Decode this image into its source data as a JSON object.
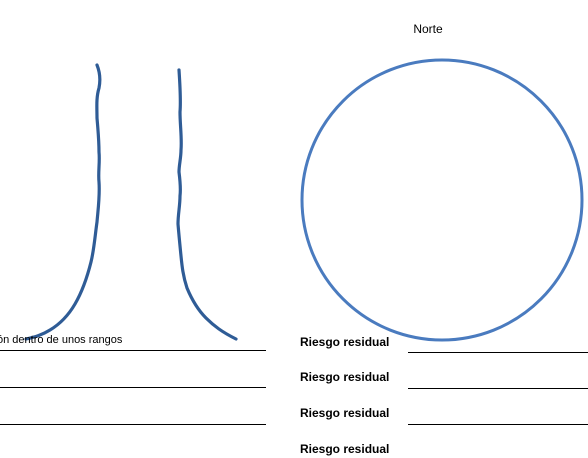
{
  "compass": {
    "north_label": "Norte",
    "circle_color": "#4a7bbf"
  },
  "tree_sketch": {
    "stroke_color": "#2f5c96"
  },
  "text_fragment": "ón dentro de unos rangos",
  "risk_rows": [
    {
      "label": "Riesgo residual"
    },
    {
      "label": "Riesgo residual"
    },
    {
      "label": "Riesgo residual"
    },
    {
      "label": "Riesgo residual"
    }
  ]
}
